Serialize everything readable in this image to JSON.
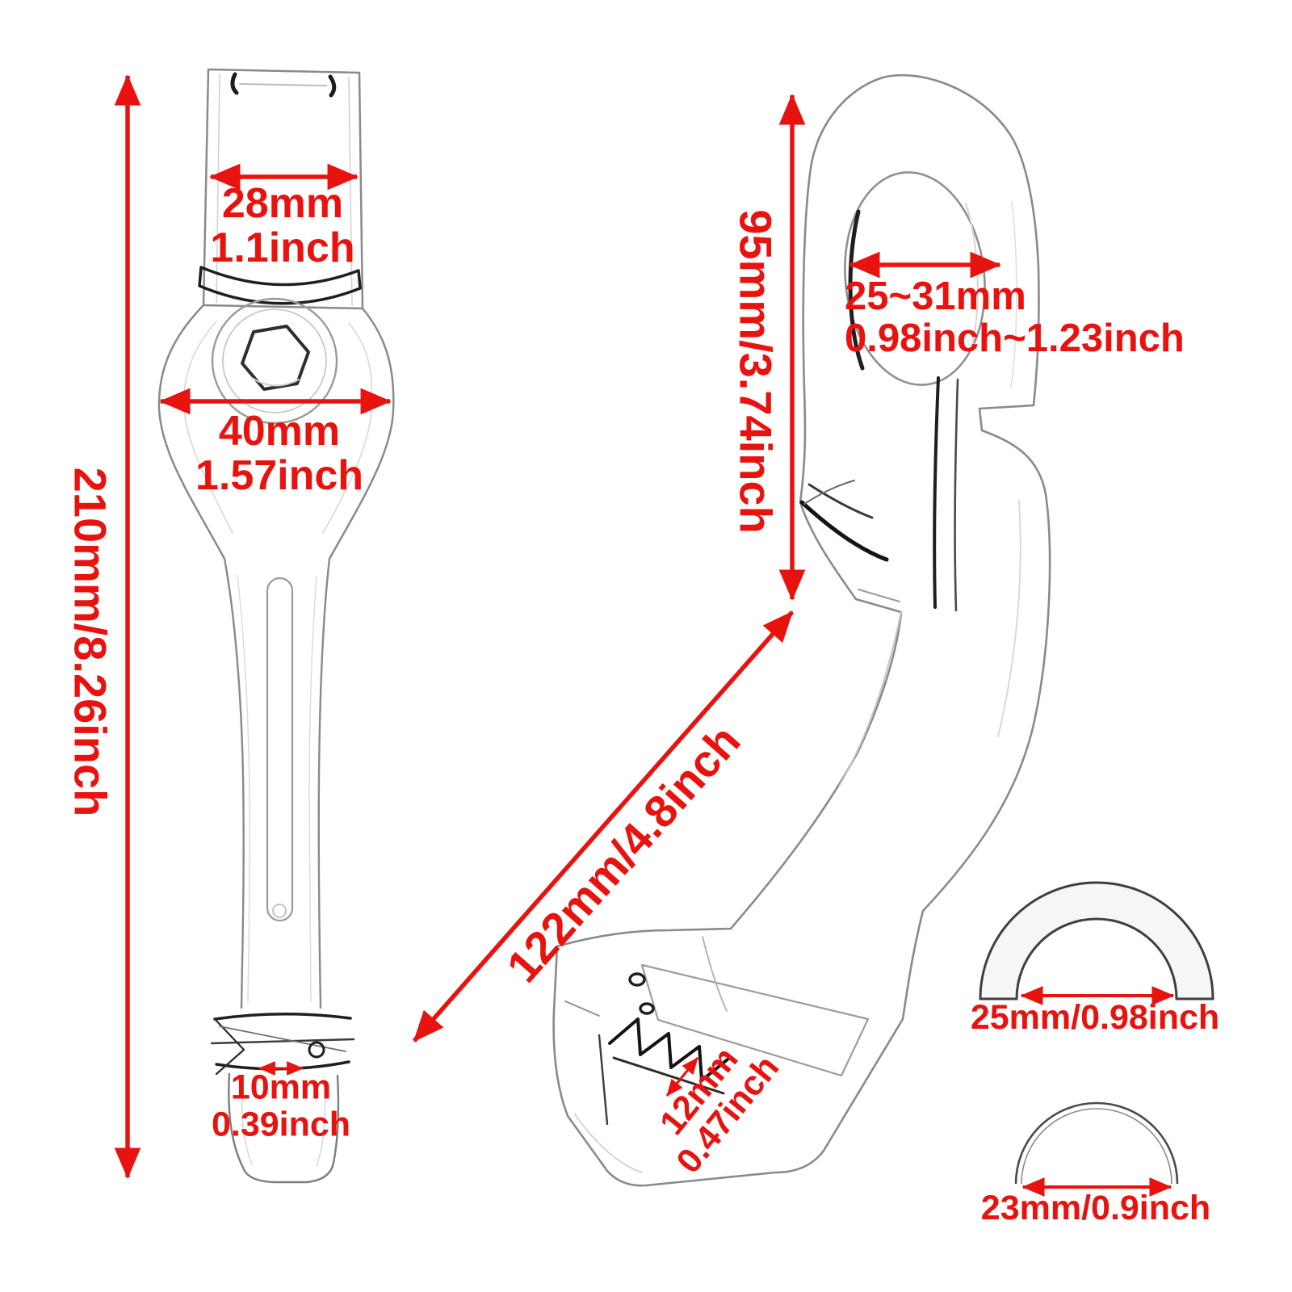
{
  "accent_color": "#e8130f",
  "front_view": {
    "top_width": {
      "mm": "28mm",
      "inch": "1.1inch"
    },
    "head_width": {
      "mm": "40mm",
      "inch": "1.57inch"
    },
    "total_length": "210mm/8.26inch",
    "pivot_width": {
      "mm": "10mm",
      "inch": "0.39inch"
    }
  },
  "side_view": {
    "mount_height": "95mm/3.74inch",
    "clamp_bore": {
      "mm": "25~31mm",
      "inch": "0.98inch~1.23inch"
    },
    "arm_length": "122mm/4.8inch",
    "peg_width": {
      "mm": "12mm",
      "inch": "0.47inch"
    }
  },
  "cross_sections": {
    "outer_diameter": "25mm/0.98inch",
    "inner_diameter": "23mm/0.9inch"
  }
}
